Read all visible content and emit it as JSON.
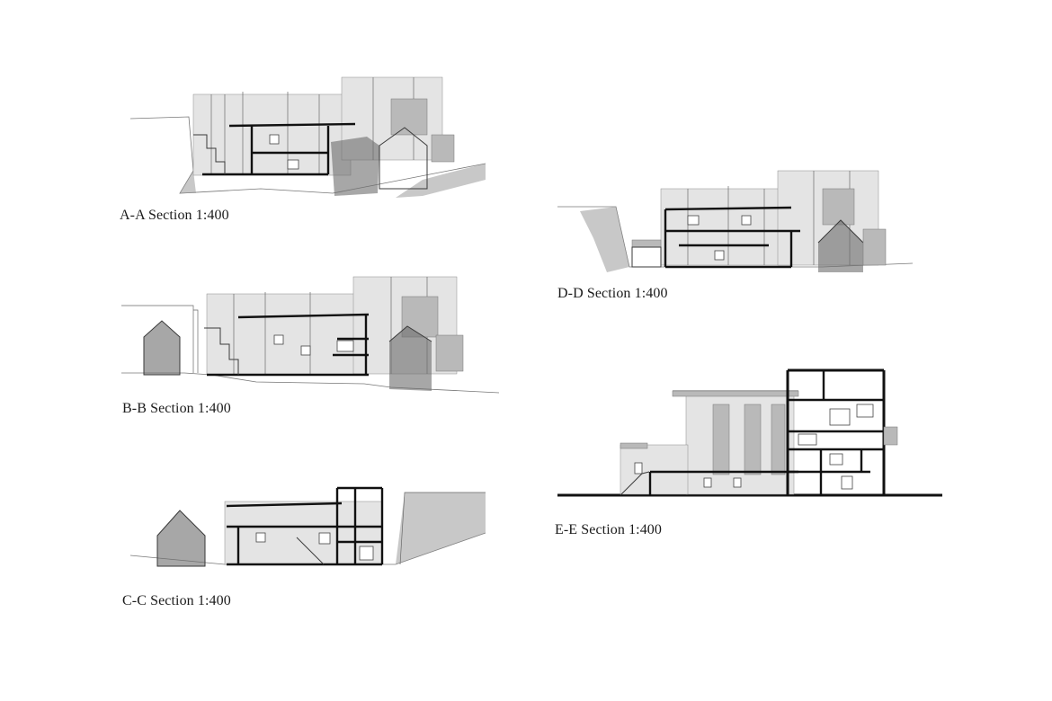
{
  "sheet": {
    "background": "#ffffff",
    "ink": "#1b1b1b"
  },
  "sections": [
    {
      "id": "aa",
      "caption": "A-A Section 1:400"
    },
    {
      "id": "bb",
      "caption": "B-B Section 1:400"
    },
    {
      "id": "cc",
      "caption": "C-C Section 1:400"
    },
    {
      "id": "dd",
      "caption": "D-D Section 1:400"
    },
    {
      "id": "ee",
      "caption": "E-E Section 1:400"
    }
  ]
}
